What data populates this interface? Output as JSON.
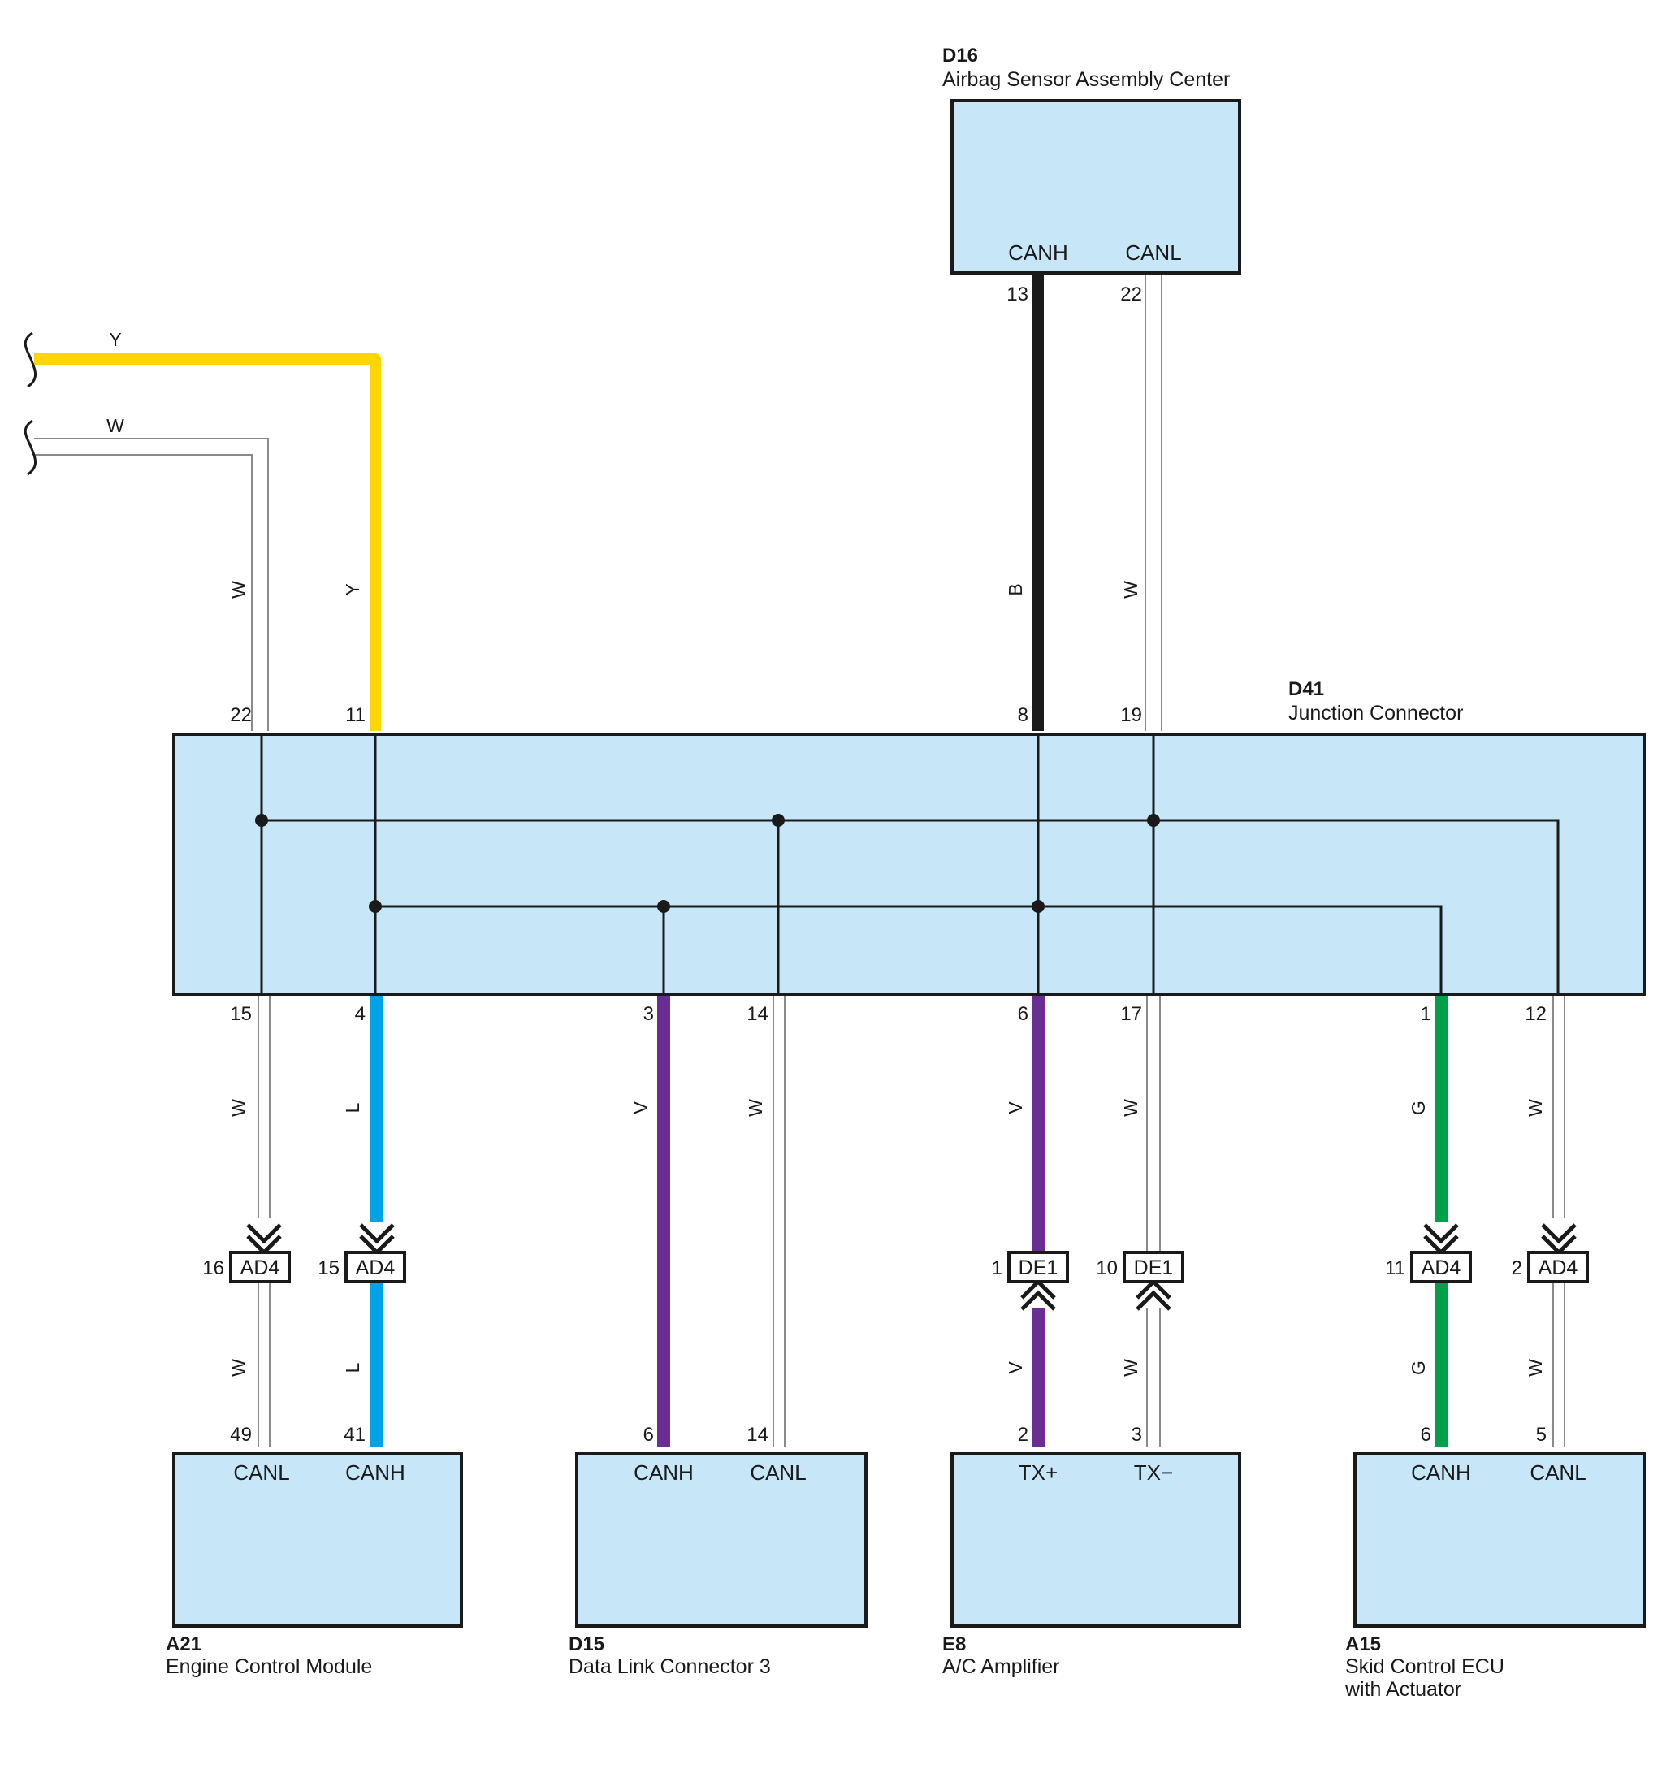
{
  "colors": {
    "box_fill": "#c7e7f9",
    "outline": "#1a1a1a",
    "wire_Y": "#ffd600",
    "wire_B": "#1a1a1a",
    "wire_L": "#00a3e6",
    "wire_V": "#6a2d91",
    "wire_G": "#00a04a",
    "wire_W": "#8a8a8a"
  },
  "components": {
    "d16": {
      "id": "D16",
      "name": "Airbag Sensor Assembly Center",
      "pin_a_label": "CANH",
      "pin_b_label": "CANL",
      "pin_a": "13",
      "pin_b": "22"
    },
    "d41": {
      "id": "D41",
      "name": "Junction Connector",
      "top_pins": [
        "22",
        "11",
        "8",
        "19"
      ],
      "bottom_pins": [
        "15",
        "4",
        "3",
        "14",
        "6",
        "17",
        "1",
        "12"
      ]
    },
    "a21": {
      "id": "A21",
      "name": "Engine Control Module",
      "pin_a_label": "CANL",
      "pin_b_label": "CANH",
      "pin_a": "49",
      "pin_b": "41"
    },
    "d15": {
      "id": "D15",
      "name": "Data Link Connector 3",
      "pin_a_label": "CANH",
      "pin_b_label": "CANL",
      "pin_a": "6",
      "pin_b": "14"
    },
    "e8": {
      "id": "E8",
      "name": "A/C Amplifier",
      "pin_a_label": "TX+",
      "pin_b_label": "TX−",
      "pin_a": "2",
      "pin_b": "3"
    },
    "a15": {
      "id": "A15",
      "name_line1": "Skid Control ECU",
      "name_line2": "with Actuator",
      "pin_a_label": "CANH",
      "pin_b_label": "CANL",
      "pin_a": "6",
      "pin_b": "5"
    }
  },
  "inline_connectors": [
    {
      "code": "AD4",
      "pin": "16"
    },
    {
      "code": "AD4",
      "pin": "15"
    },
    {
      "code": "DE1",
      "pin": "1"
    },
    {
      "code": "DE1",
      "pin": "10"
    },
    {
      "code": "AD4",
      "pin": "11"
    },
    {
      "code": "AD4",
      "pin": "2"
    }
  ],
  "wire_color_codes": {
    "left_top_y": "Y",
    "left_top_w": "W",
    "d41_22": "W",
    "d41_11": "Y",
    "d41_8": "B",
    "d41_19": "W",
    "d41_15": "W",
    "d41_4": "L",
    "d41_3": "V",
    "d41_14": "W",
    "d41_6": "V",
    "d41_17": "W",
    "d41_1": "G",
    "d41_12": "W",
    "a21_canl": "W",
    "a21_canh": "L",
    "e8_txp": "V",
    "e8_txm": "W",
    "a15_canh": "G",
    "a15_canl": "W"
  }
}
